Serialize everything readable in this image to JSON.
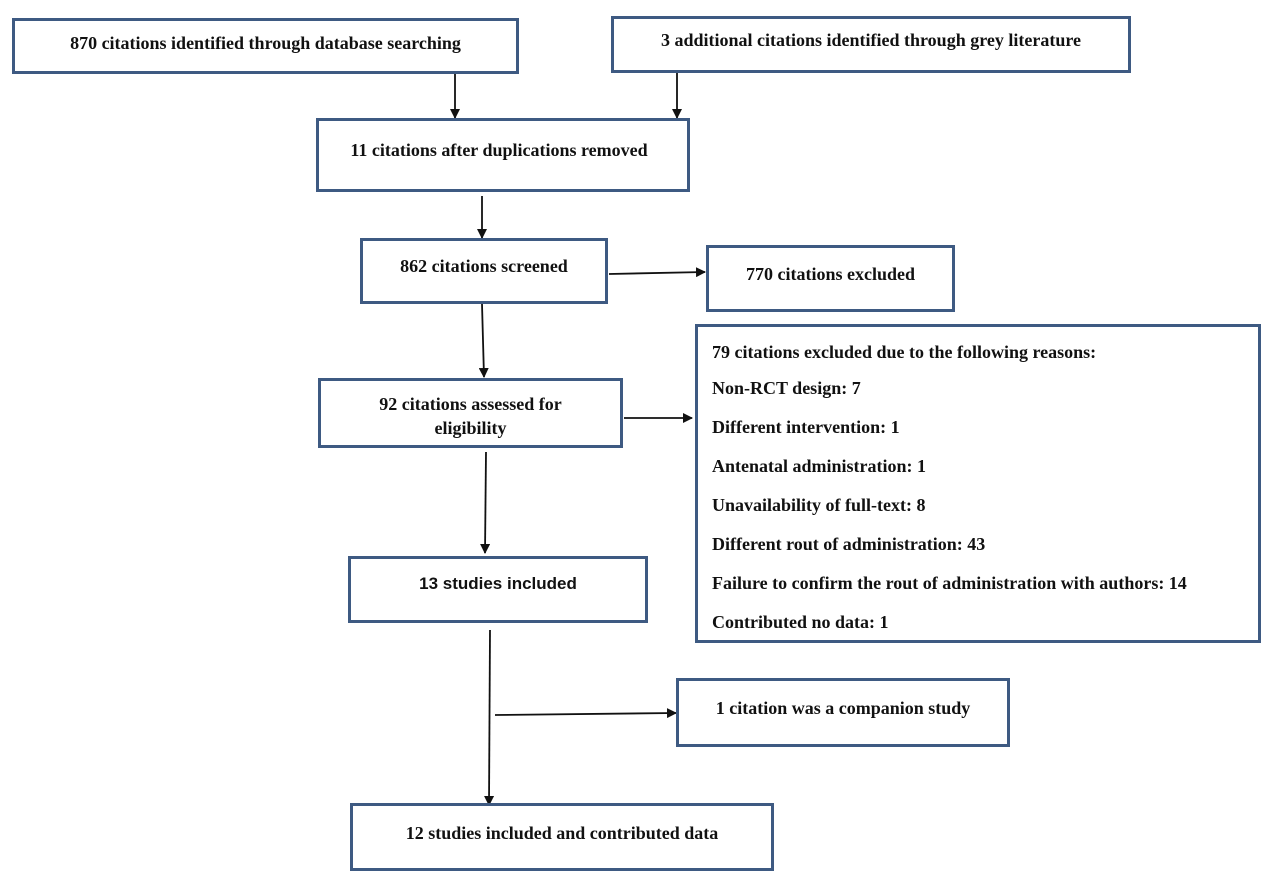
{
  "boxes": {
    "database": "870 citations identified through database searching",
    "grey": "3 additional citations identified through grey literature",
    "dedup": "11 citations after duplications removed",
    "screened": "862 citations screened",
    "excluded_screen": "770 citations excluded",
    "assessed_line1": "92 citations assessed for",
    "assessed_line2": "eligibility",
    "included13": "13 studies included",
    "companion": "1 citation was a companion study",
    "included12": "12 studies included and contributed data"
  },
  "exclusions": {
    "title": "79 citations excluded due to the following reasons:",
    "reasons": [
      "Non-RCT design: 7",
      "Different intervention: 1",
      "Antenatal administration: 1",
      "Unavailability of full-text: 8",
      "Different rout of administration: 43",
      "Failure to confirm the rout of administration with authors: 14",
      "Contributed no data: 1"
    ]
  },
  "colors": {
    "box_border": "#3e5a82",
    "arrow": "#111111"
  }
}
